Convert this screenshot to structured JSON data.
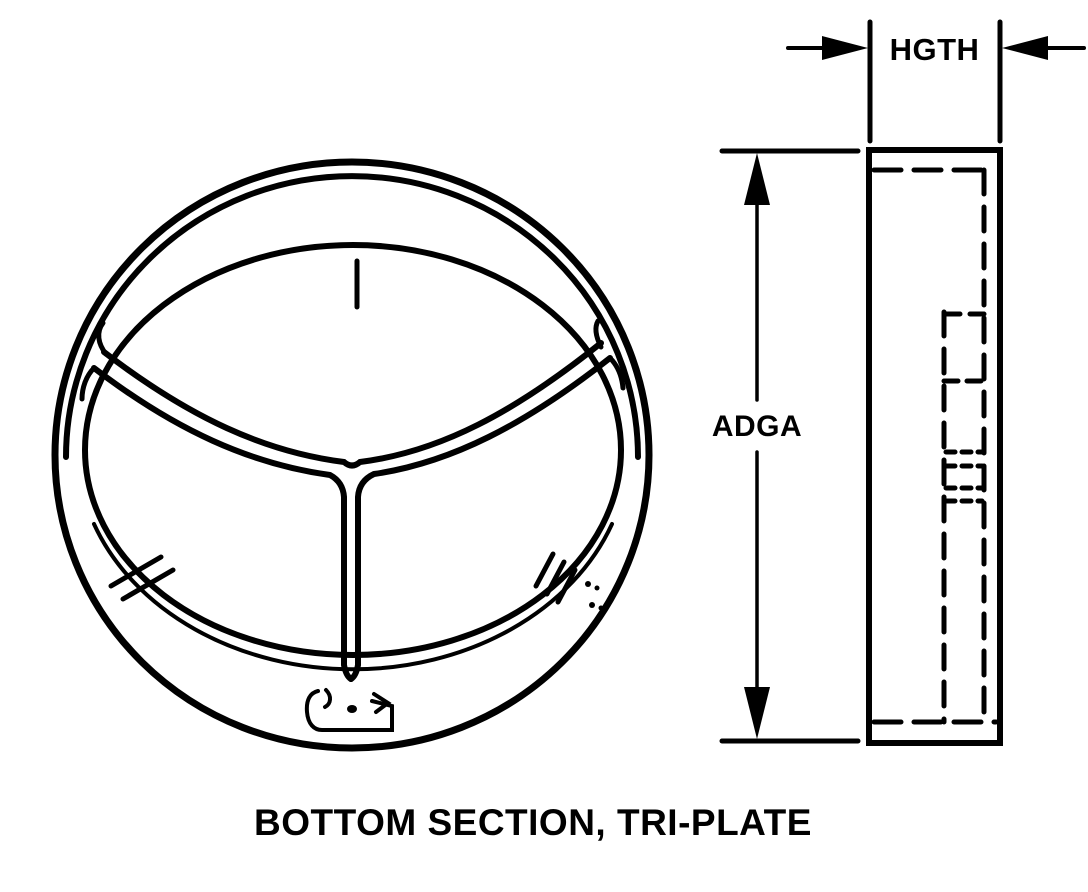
{
  "page": {
    "background_color": "#ffffff",
    "line_color": "#000000"
  },
  "figure": {
    "caption": "BOTTOM SECTION, TRI-PLATE",
    "views": [
      {
        "name": "tri-plate top view",
        "description": "circular bottom section with Y-shaped tri divider"
      },
      {
        "name": "side profile view",
        "description": "tall rectangle with hidden dashed lines"
      }
    ],
    "dimensions": {
      "width_label": "HGTH",
      "height_label": "ADGA"
    }
  }
}
